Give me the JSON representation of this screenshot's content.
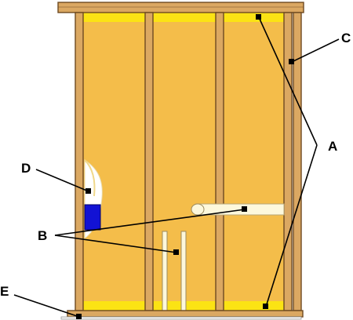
{
  "labels": {
    "a": "A",
    "b": "B",
    "c": "C",
    "d": "D",
    "e": "E"
  },
  "colors": {
    "wood_fill": "#dba862",
    "wood_edge": "#6e4a22",
    "insulation": "#f4bd4a",
    "insulation_band": "#fbe314",
    "pipe": "#fdf8dc",
    "electrical_box": "#1212d4",
    "leader_line": "#000000"
  }
}
